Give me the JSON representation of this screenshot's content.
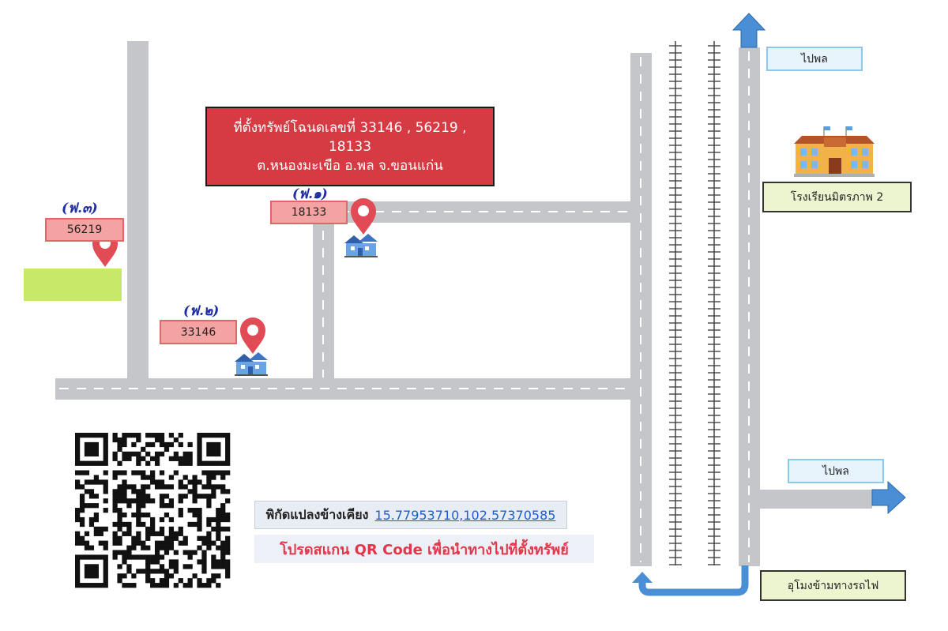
{
  "title_box": {
    "line1": "ที่ตั้งทรัพย์โฉนดเลขที่ 33146 , 56219 ,",
    "line2": "18133",
    "line3": "ต.หนองมะเขือ อ.พล จ.ขอนแก่น"
  },
  "plots": [
    {
      "tag": "(ฟ.๓)",
      "deed": "56219"
    },
    {
      "tag": "(ฟ.๑)",
      "deed": "18133"
    },
    {
      "tag": "(ฟ.๒)",
      "deed": "33146"
    }
  ],
  "direction_top": "ไปพล",
  "direction_right": "ไปพล",
  "school_label": "โรงเรียนมิตรภาพ 2",
  "underpass_label": "อุโมงข้ามทางรถไฟ",
  "coordinates": {
    "label": "พิกัดแปลงข้างเคียง",
    "value": "15.77953710,102.57370585"
  },
  "scan_note": "โปรดสแกน QR Code เพื่อนำทางไปที่ตั้งทรัพย์",
  "colors": {
    "road": "#c4c6c9",
    "road_dash": "#ffffff",
    "title_bg": "#d63b44",
    "pin": "#e04b55",
    "arrow": "#4a8fd6",
    "green_area": "#c8e86a",
    "label_pink": "#f4a3a3",
    "label_blue": "#e6f3fb"
  },
  "icons": [
    "location-pin-icon",
    "house-icon",
    "school-icon",
    "qr-code-icon",
    "arrow-up-icon",
    "arrow-right-icon",
    "railway-track-icon"
  ]
}
